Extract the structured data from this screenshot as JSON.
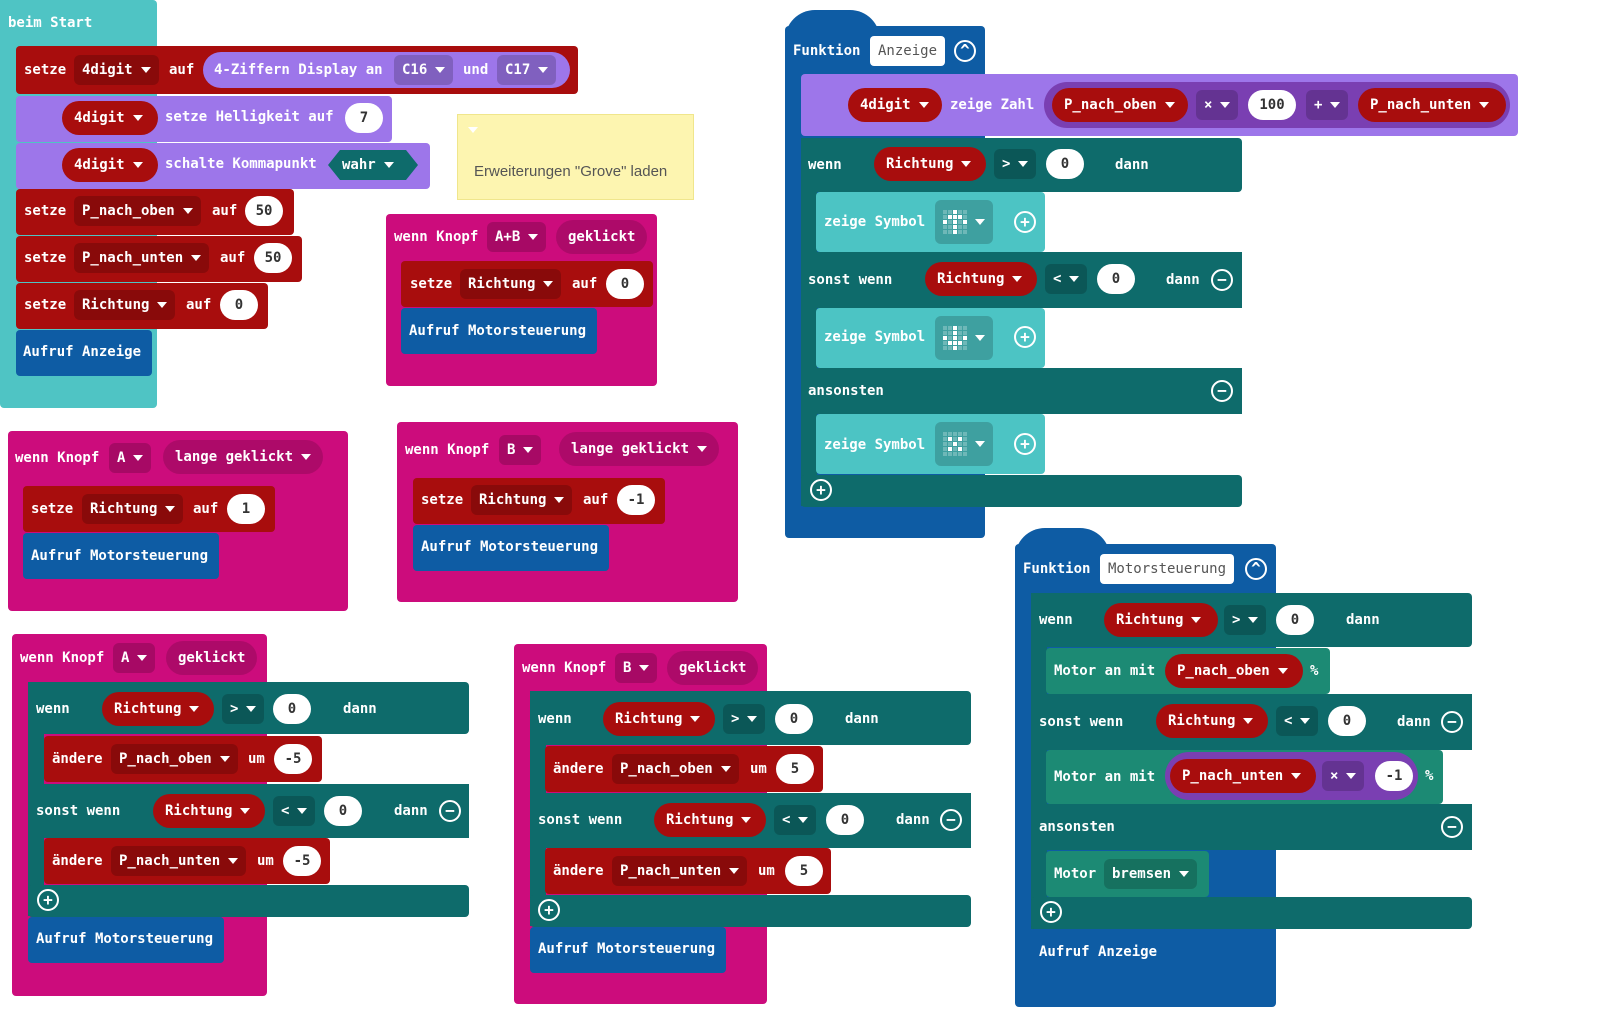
{
  "on_start": {
    "hat": "beim Start",
    "set_label": "setze",
    "to_label": "auf",
    "var_4digit": "4digit",
    "display_label": "4-Ziffern Display an",
    "pin1": "C16",
    "and_label": "und",
    "pin2": "C17",
    "brightness_label": "setze Helligkeit auf",
    "brightness_value": "7",
    "decimal_label": "schalte Kommapunkt",
    "decimal_value": "wahr",
    "var_p_up": "P_nach_oben",
    "p_up_value": "50",
    "var_p_down": "P_nach_unten",
    "p_down_value": "50",
    "var_dir": "Richtung",
    "dir_value": "0",
    "call_label": "Aufruf Anzeige"
  },
  "comment": {
    "text": "Erweiterungen \"Grove\" laden"
  },
  "button_ab_click": {
    "when": "wenn Knopf",
    "button": "A+B",
    "event": "geklickt",
    "set": "setze",
    "var": "Richtung",
    "to": "auf",
    "value": "0",
    "call": "Aufruf Motorsteuerung"
  },
  "button_a_long": {
    "when": "wenn Knopf",
    "button": "A",
    "event": "lange geklickt",
    "set": "setze",
    "var": "Richtung",
    "to": "auf",
    "value": "1",
    "call": "Aufruf Motorsteuerung"
  },
  "button_b_long": {
    "when": "wenn Knopf",
    "button": "B",
    "event": "lange geklickt",
    "set": "setze",
    "var": "Richtung",
    "to": "auf",
    "value": "-1",
    "call": "Aufruf Motorsteuerung"
  },
  "button_a_click": {
    "when": "wenn Knopf",
    "button": "A",
    "event": "geklickt",
    "if": "wenn",
    "var": "Richtung",
    "op1": ">",
    "cmp1": "0",
    "then": "dann",
    "change": "ändere",
    "var_up": "P_nach_oben",
    "by": "um",
    "val1": "-5",
    "elseif": "sonst wenn",
    "op2": "<",
    "cmp2": "0",
    "var_down": "P_nach_unten",
    "val2": "-5",
    "call": "Aufruf Motorsteuerung"
  },
  "button_b_click": {
    "when": "wenn Knopf",
    "button": "B",
    "event": "geklickt",
    "if": "wenn",
    "var": "Richtung",
    "op1": ">",
    "cmp1": "0",
    "then": "dann",
    "change": "ändere",
    "var_up": "P_nach_oben",
    "by": "um",
    "val1": "5",
    "elseif": "sonst wenn",
    "op2": "<",
    "cmp2": "0",
    "var_down": "P_nach_unten",
    "val2": "5",
    "call": "Aufruf Motorsteuerung"
  },
  "fn_anzeige": {
    "kw": "Funktion",
    "name": "Anzeige",
    "var_4digit": "4digit",
    "show_number": "zeige Zahl",
    "var_up": "P_nach_oben",
    "op_mul": "×",
    "factor": "100",
    "op_add": "+",
    "var_down": "P_nach_unten",
    "if": "wenn",
    "var_dir": "Richtung",
    "op1": ">",
    "cmp1": "0",
    "then": "dann",
    "show_symbol": "zeige Symbol",
    "elseif": "sonst wenn",
    "op2": "<",
    "cmp2": "0",
    "else": "ansonsten"
  },
  "fn_motor": {
    "kw": "Funktion",
    "name": "Motorsteuerung",
    "if": "wenn",
    "var_dir": "Richtung",
    "op1": ">",
    "cmp1": "0",
    "then": "dann",
    "motor_on": "Motor an mit",
    "var_up": "P_nach_oben",
    "percent": "%",
    "elseif": "sonst wenn",
    "op2": "<",
    "cmp2": "0",
    "var_down": "P_nach_unten",
    "op_mul": "×",
    "neg": "-1",
    "else": "ansonsten",
    "motor": "Motor",
    "brake": "bremsen",
    "call": "Aufruf Anzeige"
  },
  "colors": {
    "events": "#cc0c7c",
    "variables": "#a80d0d",
    "logic": "#0e6b6b",
    "functions": "#0e5ca4",
    "basic": "#4fc4c4",
    "display": "#9d76ea",
    "motor": "#1c8a74"
  }
}
